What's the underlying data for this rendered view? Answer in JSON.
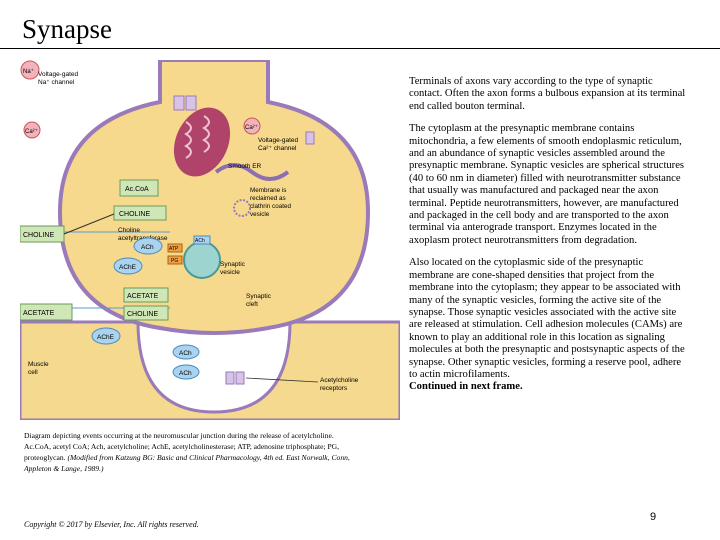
{
  "slide": {
    "title": "Synapse",
    "page_number": "9",
    "copyright": "Copyright © 2017 by Elsevier, Inc. All rights reserved."
  },
  "paragraphs": [
    "Terminals of axons vary according to the type of synaptic contact. Often the axon forms a bulbous expansion at its terminal end called bouton terminal.",
    "The cytoplasm at the presynaptic membrane contains mitochondria, a few elements of smooth endoplasmic reticulum, and an abundance of synaptic vesicles assembled around the presynaptic membrane. Synaptic vesicles are spherical structures (40 to 60 nm in diameter) filled with neurotransmitter substance that usually was manufactured and packaged near the axon terminal. Peptide neurotransmitters, however, are manufactured and packaged in the cell body and are transported to the axon terminal via anterograde transport. Enzymes located in the axoplasm protect neurotransmitters from degradation.",
    "Also located on the cytoplasmic side of the presynaptic membrane are cone-shaped densities that project from the membrane into the cytoplasm; they appear to be associated with many of the synaptic vesicles, forming the active site of the synapse. Those synaptic vesicles associated with the active site are released at stimulation. Cell adhesion molecules (CAMs) are known to play an additional role in this location as signaling molecules at both the presynaptic and postsynaptic aspects of the synapse. Other synaptic vesicles, forming a reserve pool, adhere to actin microfilaments."
  ],
  "continued": "Continued in next frame.",
  "caption": {
    "text": "Diagram depicting events occurring at the neuromuscular junction during the release of acetylcholine. Ac.CoA, acetyl CoA; Ach, acetylcholine; AchE, acetylcholinesterase; ATP, adenosine triphosphate; PG, proteoglycan.",
    "source": "(Modified from Katzung BG: Basic and Clinical Pharmacology, 4th ed. East Norwalk, Conn, Appleton & Lange, 1989.)"
  },
  "diagram": {
    "labels": {
      "na_channel": [
        "Voltage-gated",
        "Na⁺ channel"
      ],
      "ca_channel": [
        "Voltage-gated",
        "Ca²⁺ channel"
      ],
      "smooth_er": "Smooth ER",
      "membrane_note": [
        "Membrane is",
        "reclaimed as",
        "clathrin coated",
        "vesicle"
      ],
      "choline_note": [
        "Choline",
        "acetyltransferase"
      ],
      "synaptic_vesicle": [
        "Synaptic",
        "vesicle"
      ],
      "synaptic_cleft": [
        "Synaptic",
        "cleft"
      ],
      "muscle_cell": [
        "Muscle",
        "cell"
      ],
      "ach_receptors": [
        "Acetylcholine",
        "receptors"
      ]
    },
    "boxes": {
      "acoa": "Ac.CoA",
      "choline_top": "CHOLINE",
      "choline_left": "CHOLINE",
      "acetate_mid": "ACETATE",
      "choline_mid": "CHOLINE",
      "acetate_left": "ACETATE"
    },
    "ovals": {
      "ach1": "ACh",
      "ache_top": "AChE",
      "ache_low": "AChE",
      "ach2": "ACh",
      "ach3": "ACh"
    },
    "small_tags": {
      "atp": "ATP",
      "pg": "PG",
      "ach_small": "ACh"
    },
    "ions": {
      "na": "Na⁺",
      "ca_top": "Ca²⁺",
      "ca_right": "Ca²⁺"
    },
    "colors": {
      "cytoplasm": "#f6d98c",
      "membrane": "#9a7ab8",
      "mitochondrion": "#b0436a",
      "box_green": "#cfe6b6",
      "oval_blue": "#a9d3ee",
      "vesicle": "#9dd4cf"
    }
  }
}
